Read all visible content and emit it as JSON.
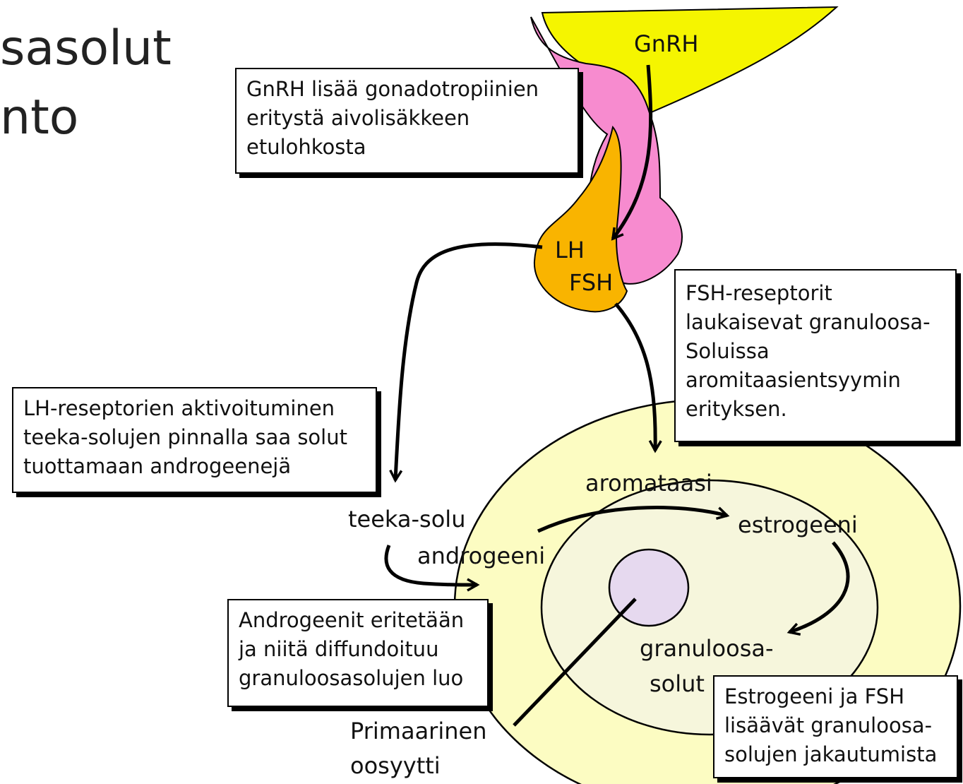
{
  "title": {
    "line1": "sasolut",
    "line2": "nto"
  },
  "labels": {
    "gnrh": "GnRH",
    "lh": "LH",
    "fsh": "FSH",
    "aromataasi": "aromataasi",
    "estrogeeni": "estrogeeni",
    "teeka_solu": "teeka-solu",
    "androgeeni": "androgeeni",
    "granuloosa_1": "granuloosa-",
    "granuloosa_2": "solut",
    "oocyte_1": "Primaarinen",
    "oocyte_2": "oosyytti"
  },
  "boxes": {
    "gnrh_box": [
      "GnRH lisää gonadotropiinien",
      "eritystä aivolisäkkeen",
      "etulohkosta"
    ],
    "fsh_box": [
      "FSH-reseptorit",
      "laukaisevat granuloosa-",
      "Soluissa",
      "aromitaasientsyymin",
      "erityksen."
    ],
    "lh_box": [
      "LH-reseptorien aktivoituminen",
      "teeka-solujen pinnalla saa solut",
      "tuottamaan androgeenejä"
    ],
    "androgen_box": [
      "Androgeenit eritetään",
      "ja niitä diffundoituu",
      "granuloosasolujen luo"
    ],
    "estrogen_box": [
      "Estrogeeni ja FSH",
      "lisäävät granuloosa-",
      "solujen jakautumista"
    ]
  },
  "colors": {
    "hypothalamus": "#f5f500",
    "pituitary_posterior": "#f78bcf",
    "pituitary_anterior": "#f9b400",
    "follicle_outer": "#fcfcc2",
    "follicle_inner": "#f6f6dc",
    "oocyte": "#e6d9ef"
  }
}
